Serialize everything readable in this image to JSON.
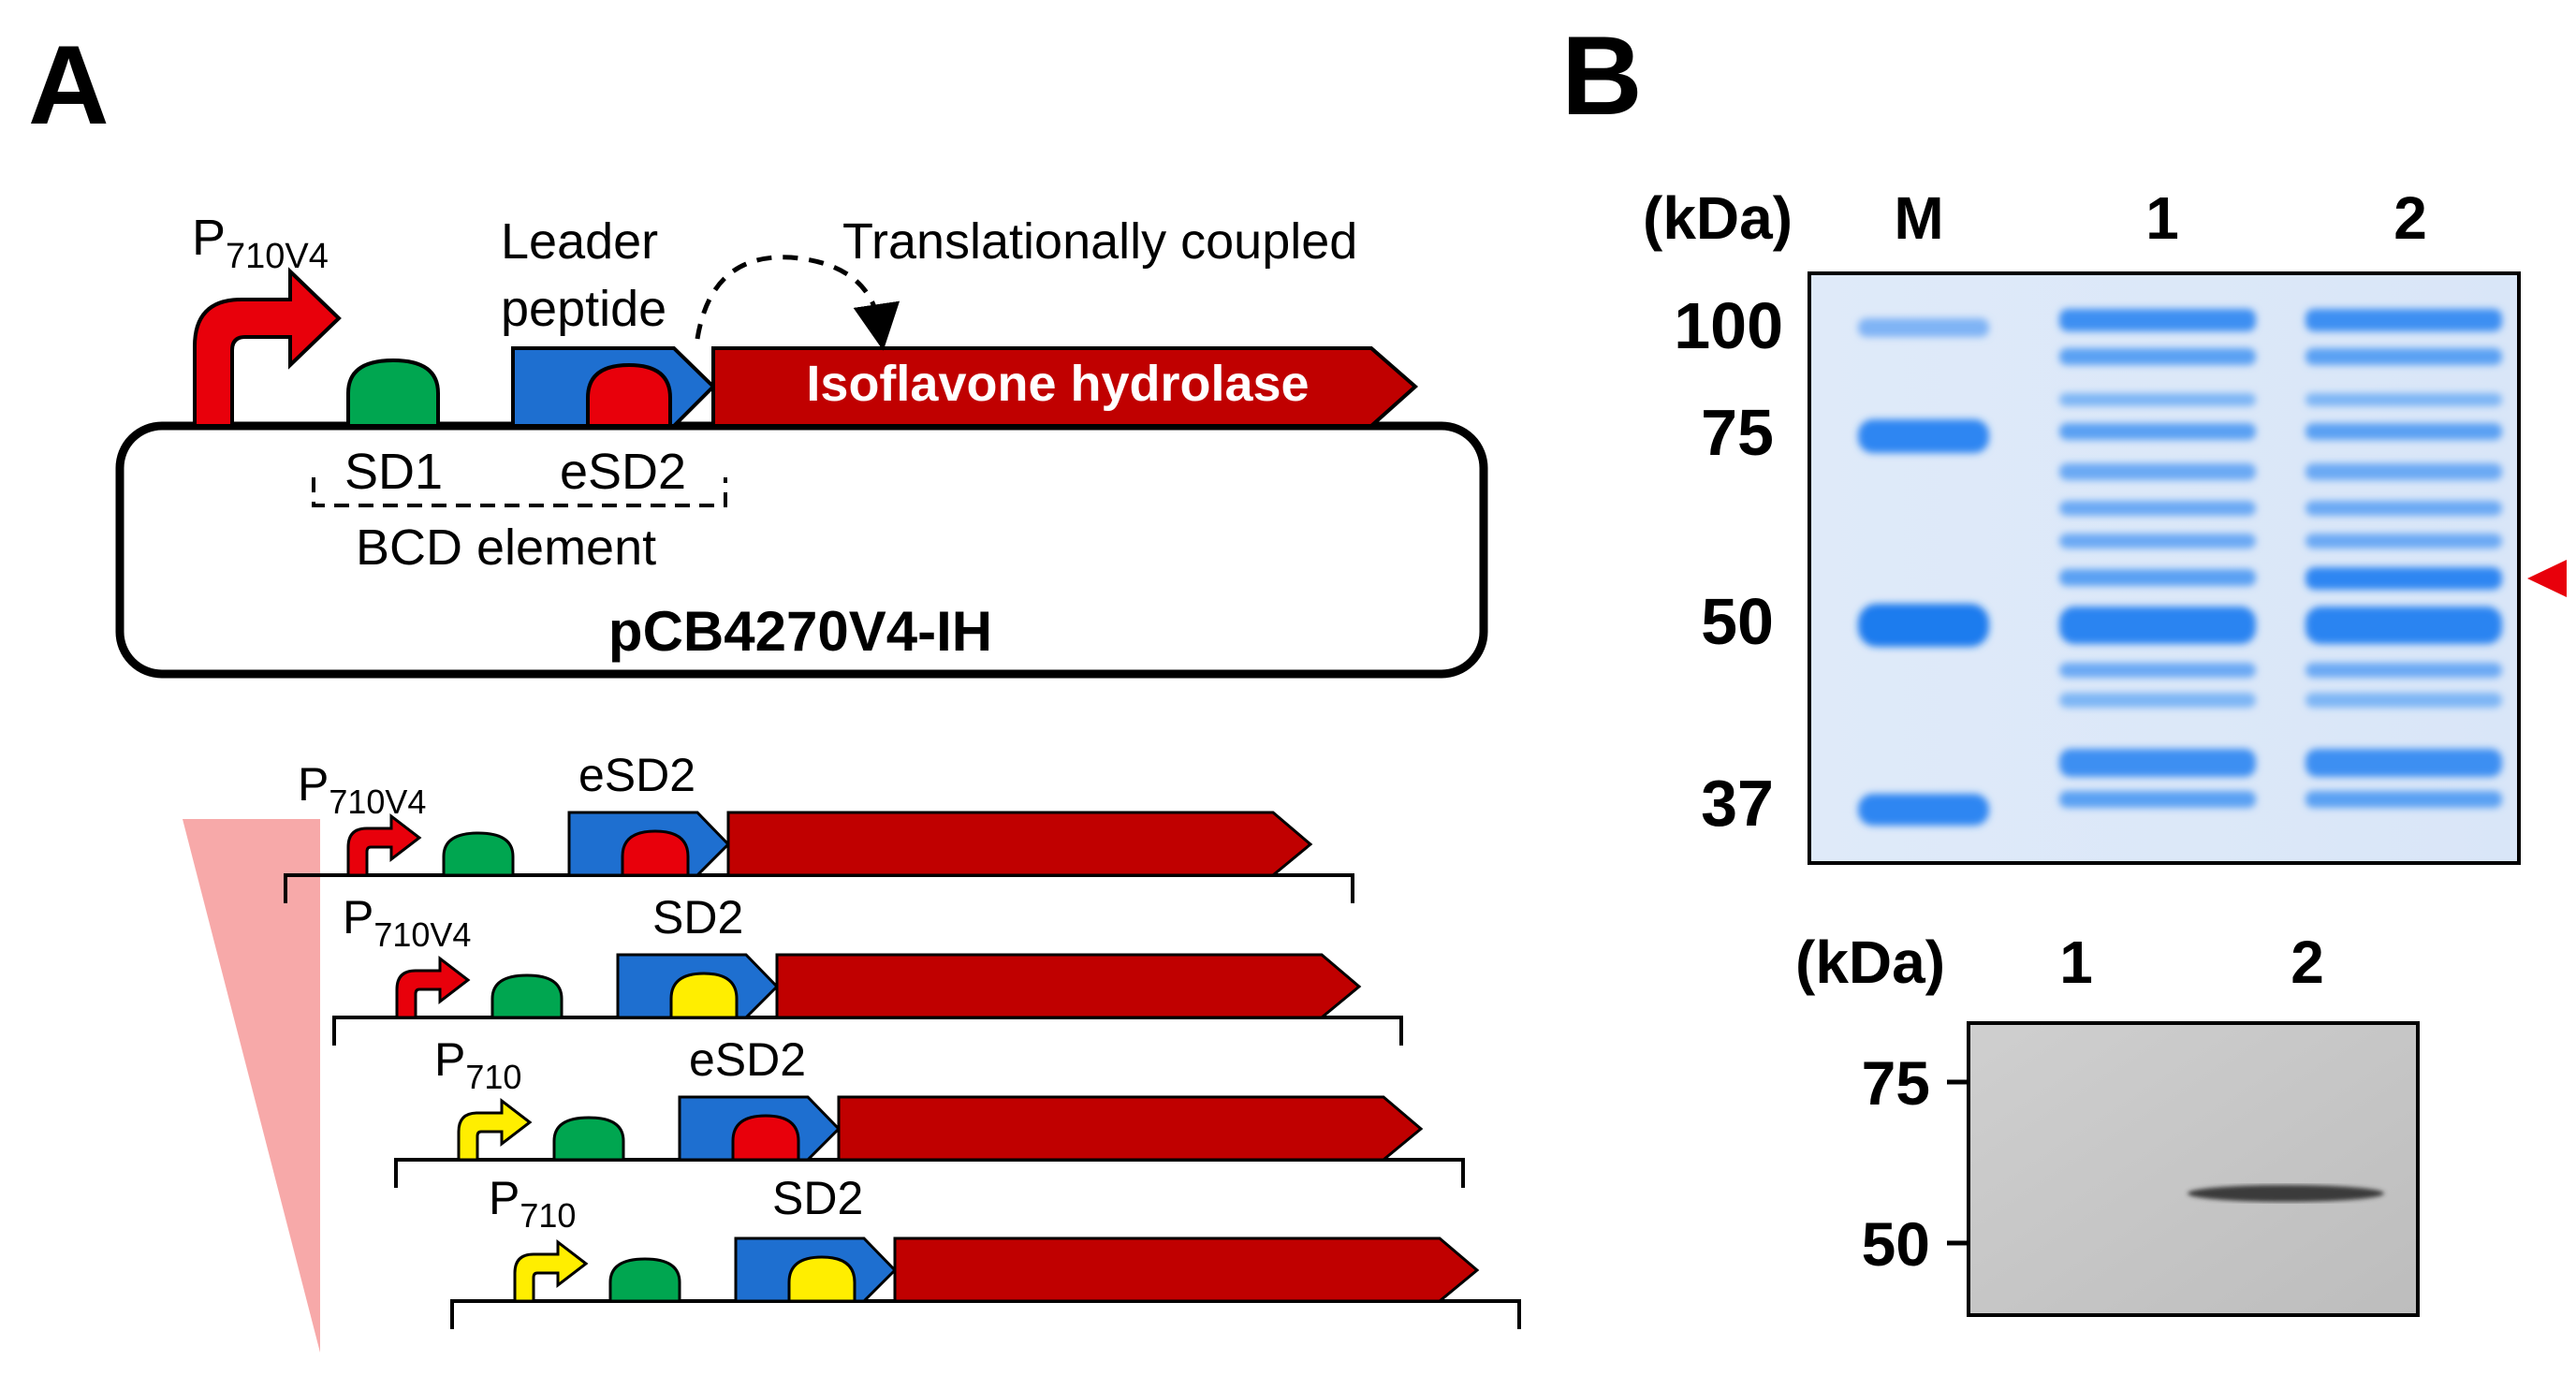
{
  "panels": {
    "a": "A",
    "b": "B"
  },
  "construct": {
    "promoter_main": "P",
    "promoter_main_sub": "710V4",
    "leader_line1": "Leader",
    "leader_line2": "peptide",
    "coupled_label": "Translationally coupled",
    "gene_label": "Isoflavone hydrolase",
    "sd1": "SD1",
    "esd2": "eSD2",
    "bcd": "BCD element",
    "plasmid": "pCB4270V4-IH"
  },
  "variants": [
    {
      "promoter": "P",
      "promoter_sub": "710V4",
      "rbs": "eSD2",
      "promoter_color": "#e8000b",
      "rbs_color": "#e8000b"
    },
    {
      "promoter": "P",
      "promoter_sub": "710V4",
      "rbs": "SD2",
      "promoter_color": "#e8000b",
      "rbs_color": "#ffee00"
    },
    {
      "promoter": "P",
      "promoter_sub": "710",
      "rbs": "eSD2",
      "promoter_color": "#ffee00",
      "rbs_color": "#e8000b"
    },
    {
      "promoter": "P",
      "promoter_sub": "710",
      "rbs": "SD2",
      "promoter_color": "#ffee00",
      "rbs_color": "#ffee00"
    }
  ],
  "gel": {
    "unit": "(kDa)",
    "lanes": [
      "M",
      "1",
      "2"
    ],
    "markers": [
      "100",
      "75",
      "50",
      "37"
    ]
  },
  "blot": {
    "unit": "(kDa)",
    "lanes": [
      "1",
      "2"
    ],
    "markers": [
      "75",
      "50"
    ]
  },
  "colors": {
    "red": "#e8000b",
    "dark_red": "#c00000",
    "yellow": "#ffee00",
    "green": "#00a650",
    "blue": "#1e6fd0",
    "gel_blue": "#3a8ef0",
    "gradient_pink": "#f7a9a9"
  }
}
